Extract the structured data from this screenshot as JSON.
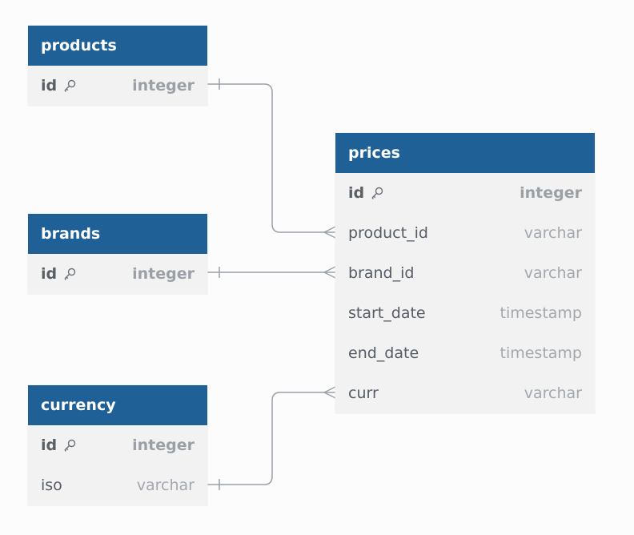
{
  "tables": [
    {
      "id": "products",
      "name": "products",
      "fields": [
        {
          "name": "id",
          "type": "integer",
          "pk": true
        }
      ]
    },
    {
      "id": "brands",
      "name": "brands",
      "fields": [
        {
          "name": "id",
          "type": "integer",
          "pk": true
        }
      ]
    },
    {
      "id": "currency",
      "name": "currency",
      "fields": [
        {
          "name": "id",
          "type": "integer",
          "pk": true
        },
        {
          "name": "iso",
          "type": "varchar",
          "pk": false
        }
      ]
    },
    {
      "id": "prices",
      "name": "prices",
      "fields": [
        {
          "name": "id",
          "type": "integer",
          "pk": true
        },
        {
          "name": "product_id",
          "type": "varchar",
          "pk": false
        },
        {
          "name": "brand_id",
          "type": "varchar",
          "pk": false
        },
        {
          "name": "start_date",
          "type": "timestamp",
          "pk": false
        },
        {
          "name": "end_date",
          "type": "timestamp",
          "pk": false
        },
        {
          "name": "curr",
          "type": "varchar",
          "pk": false
        }
      ]
    }
  ],
  "relationships": [
    {
      "from": "products.id",
      "from_cardinality": "one",
      "to": "prices.product_id",
      "to_cardinality": "many"
    },
    {
      "from": "brands.id",
      "from_cardinality": "one",
      "to": "prices.brand_id",
      "to_cardinality": "many"
    },
    {
      "from": "currency.iso",
      "from_cardinality": "one",
      "to": "prices.curr",
      "to_cardinality": "many"
    }
  ],
  "colors": {
    "header": "#1f6096",
    "header_text": "#ffffff",
    "body": "#f2f2f2",
    "connector": "#9aa0a8",
    "background": "#fcfcfc"
  },
  "icons": {
    "primary_key": "key-icon"
  }
}
